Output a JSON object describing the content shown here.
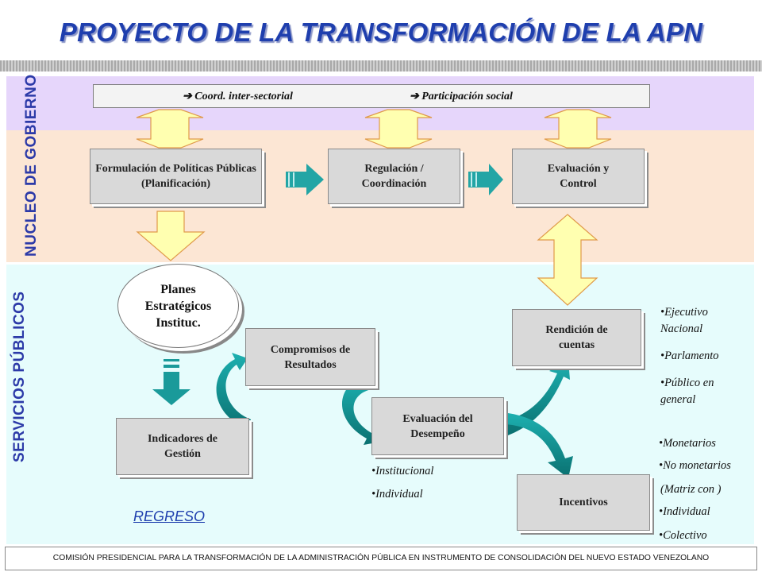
{
  "title": "PROYECTO DE LA TRANSFORMACIÓN DE LA APN",
  "coord_bar": {
    "item1_icon": "➔",
    "item1": "Coord. inter-sectorial",
    "item2_icon": "➔",
    "item2": "Participación social"
  },
  "bands": {
    "nucleo": "NUCLEO DE GOBIERNO",
    "servicios": "SERVICIOS PÚBLICOS"
  },
  "boxes": {
    "formulacion": "Formulación de Políticas Públicas (Planificación)",
    "regulacion": "Regulación / Coordinación",
    "evaluacion_control": "Evaluación y Control",
    "planes": "Planes Estratégicos Instituc.",
    "compromisos": "Compromisos de Resultados",
    "rendicion": "Rendición de cuentas",
    "evaluacion_desempeno": "Evaluación del Desempeño",
    "indicadores": "Indicadores de Gestión",
    "incentivos": "Incentivos"
  },
  "rendicion_list": [
    "Ejecutivo Nacional",
    "Parlamento",
    "Público en general"
  ],
  "desempeno_list": [
    "Institucional",
    "Individual"
  ],
  "incentivos_list": [
    "Monetarios",
    "No monetarios",
    "(Matriz con )",
    "Individual",
    "Colectivo"
  ],
  "regreso_link": "REGRESO",
  "footer": "COMISIÓN PRESIDENCIAL PARA LA TRANSFORMACIÓN DE LA ADMINISTRACIÓN PÚBLICA EN INSTRUMENTO DE CONSOLIDACIÓN DEL NUEVO ESTADO VENEZOLANO",
  "colors": {
    "title": "#1f3fae",
    "band_top": "#e6d6fb",
    "band_nucleo": "#fce6d4",
    "band_servicios": "#e6fcfc",
    "updown_arrow_fill": "#ffffb0",
    "teal_arrow": "#0f8f8f"
  }
}
